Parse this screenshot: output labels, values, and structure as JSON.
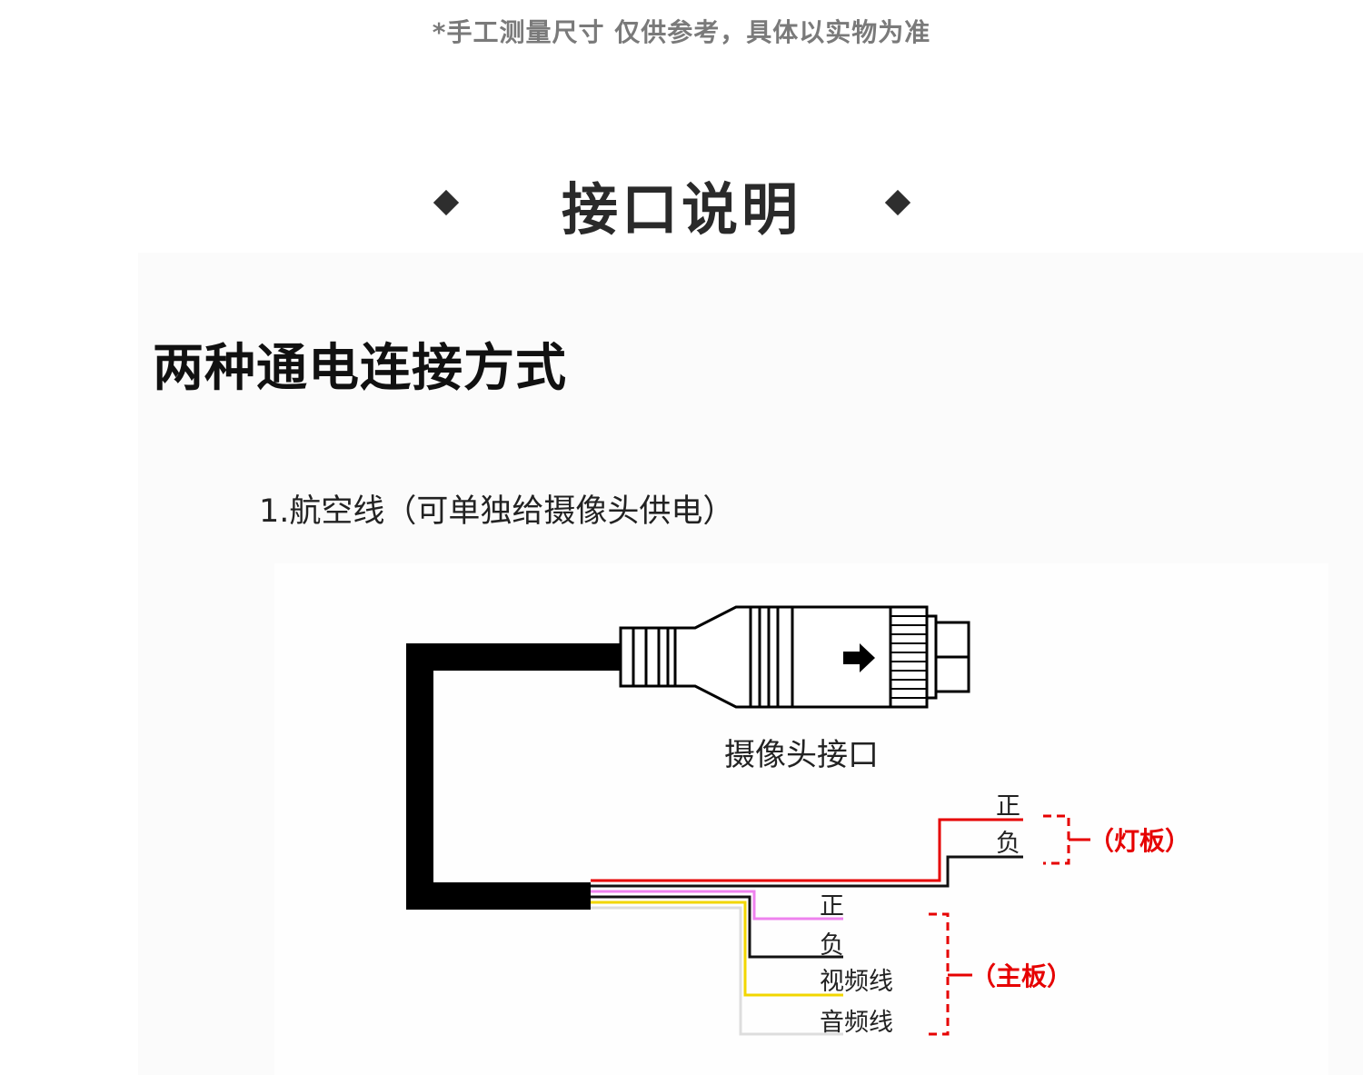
{
  "note": "*手工测量尺寸 仅供参考，具体以实物为准",
  "section": {
    "title": "接口说明"
  },
  "heading": "两种通电连接方式",
  "subheading": "1.航空线（可单独给摄像头供电）",
  "diagram": {
    "camera_connector_label": "摄像头接口",
    "light_board": {
      "positive": "正",
      "negative": "负",
      "group_label": "（灯板）"
    },
    "main_board": {
      "positive": "正",
      "negative": "负",
      "video": "视频线",
      "audio": "音频线",
      "group_label": "（主板）"
    },
    "colors": {
      "cable": "#000000",
      "red_wire": "#e60000",
      "pink_wire": "#ee82ee",
      "yellow_wire": "#f2d600",
      "white_wire": "#dddddd",
      "bracket": "#e60000"
    }
  }
}
